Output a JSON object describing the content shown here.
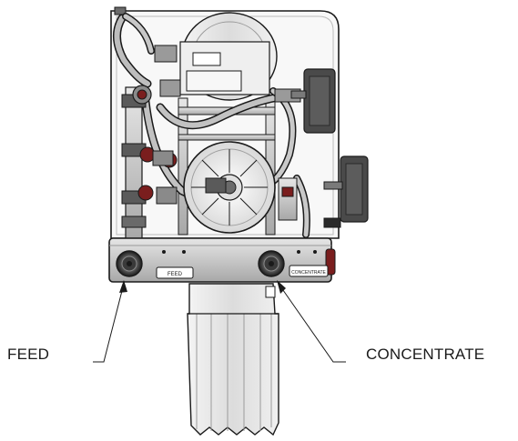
{
  "callouts": {
    "feed": "FEED",
    "concentrate": "CONCENTRATE"
  },
  "panel_tags": {
    "feed": "FEED",
    "concentrate": "CONCENTRATE"
  },
  "colors": {
    "line": "#1a1a1a",
    "metal": "#c9c9c9",
    "metal_dark": "#8c8c8c",
    "tube": "#bdbdbd",
    "dark_part": "#4a4a4a",
    "accent_red": "#7a1e1e",
    "housing": "#ececec"
  },
  "icons": [
    "ro-unit-illustration",
    "port-fitting-icon",
    "pressure-gauge-icon",
    "membrane-housing-icon"
  ]
}
